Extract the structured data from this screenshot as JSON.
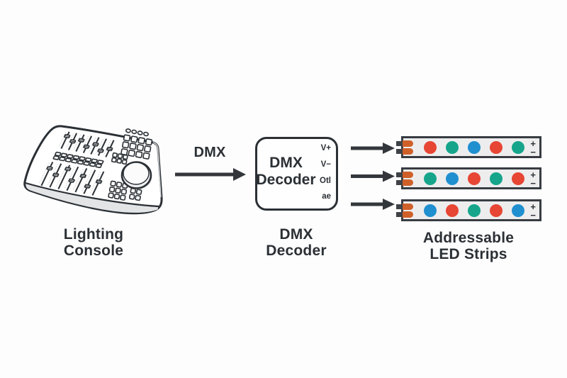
{
  "palette": {
    "ink": "#2b3035",
    "arrow": "#33373c",
    "red": "#e74634",
    "teal": "#16a58b",
    "blue": "#208fd0",
    "orange": "#cf6029",
    "strip_background": "#ededee",
    "strip_border": "#383c42"
  },
  "console": {
    "label_line1": "Lighting",
    "label_line2": "Console"
  },
  "dmx_link": {
    "label": "DMX"
  },
  "decoder": {
    "box_line1": "DMX",
    "box_line2": "Decoder",
    "pins": [
      "V+",
      "V−",
      "Otl",
      "ae"
    ],
    "label_line1": "DMX",
    "label_line2": "Decoder"
  },
  "led_strips": {
    "label_line1": "Addressable",
    "label_line2": "LED Strips",
    "polarity_plus": "+",
    "polarity_minus": "−",
    "rows": [
      {
        "leds": [
          "red",
          "teal",
          "blue",
          "red",
          "teal"
        ]
      },
      {
        "leds": [
          "teal",
          "blue",
          "red",
          "teal",
          "red"
        ]
      },
      {
        "leds": [
          "blue",
          "red",
          "teal",
          "red",
          "blue"
        ]
      }
    ]
  }
}
